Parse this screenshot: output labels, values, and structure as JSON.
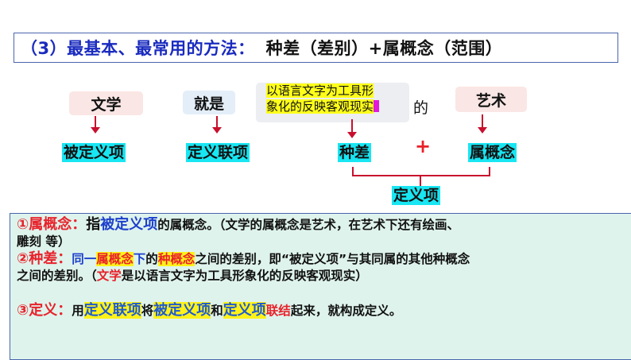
{
  "title": {
    "prefix": "（3）最基本、最常用的方法：",
    "formula": "种差（差别）+属概念（范围）"
  },
  "diagram": {
    "nodes": {
      "wenxue": "文学",
      "jiushi": "就是",
      "description_line1": "以语言文字为工具形",
      "description_line2": "象化的反映客观现实",
      "de": "的",
      "yishu": "艺术"
    },
    "labels": {
      "beidingyixiang": "被定义项",
      "dingyilianxiang": "定义联项",
      "zhongcha": "种差",
      "plus": "+",
      "shugainian": "属概念",
      "dingyixiang": "定义项"
    },
    "colors": {
      "label_highlight": "#18e6f2",
      "arrow": "#c8102e",
      "description_highlight": "#fffe1a"
    }
  },
  "panel": {
    "item1": {
      "head": "①属概念",
      "colon": "：",
      "t1": "指",
      "t2": "被定义项",
      "t3": "的属概念。（文学的属概念是艺术，在艺术下还有绘画、",
      "t4": "雕刻 等）"
    },
    "item2": {
      "head": "②种差",
      "colon": "：",
      "t1": "同一",
      "t2": "属概念",
      "t3": "下",
      "t4": "的",
      "t5": "种概念",
      "t6": "之间的差别，即“被定义项”与其同属的其他种概念",
      "t7": "之间的差别。（",
      "t8": "文学",
      "t9": "是以语言文字为工具形象化的反映客观现实）"
    },
    "item3": {
      "head": "③定义",
      "colon": "：",
      "t1": "用",
      "t2": "定义联项",
      "t3": "将",
      "t4": "被定义项",
      "t5": "和",
      "t6": "定义项",
      "t7": "联结",
      "t8": "起来，就构成定义。"
    },
    "colors": {
      "background": "#def3ec",
      "accent_red": "#e8222b",
      "accent_blue": "#1c3fcc",
      "highlight": "#fff21a"
    }
  }
}
